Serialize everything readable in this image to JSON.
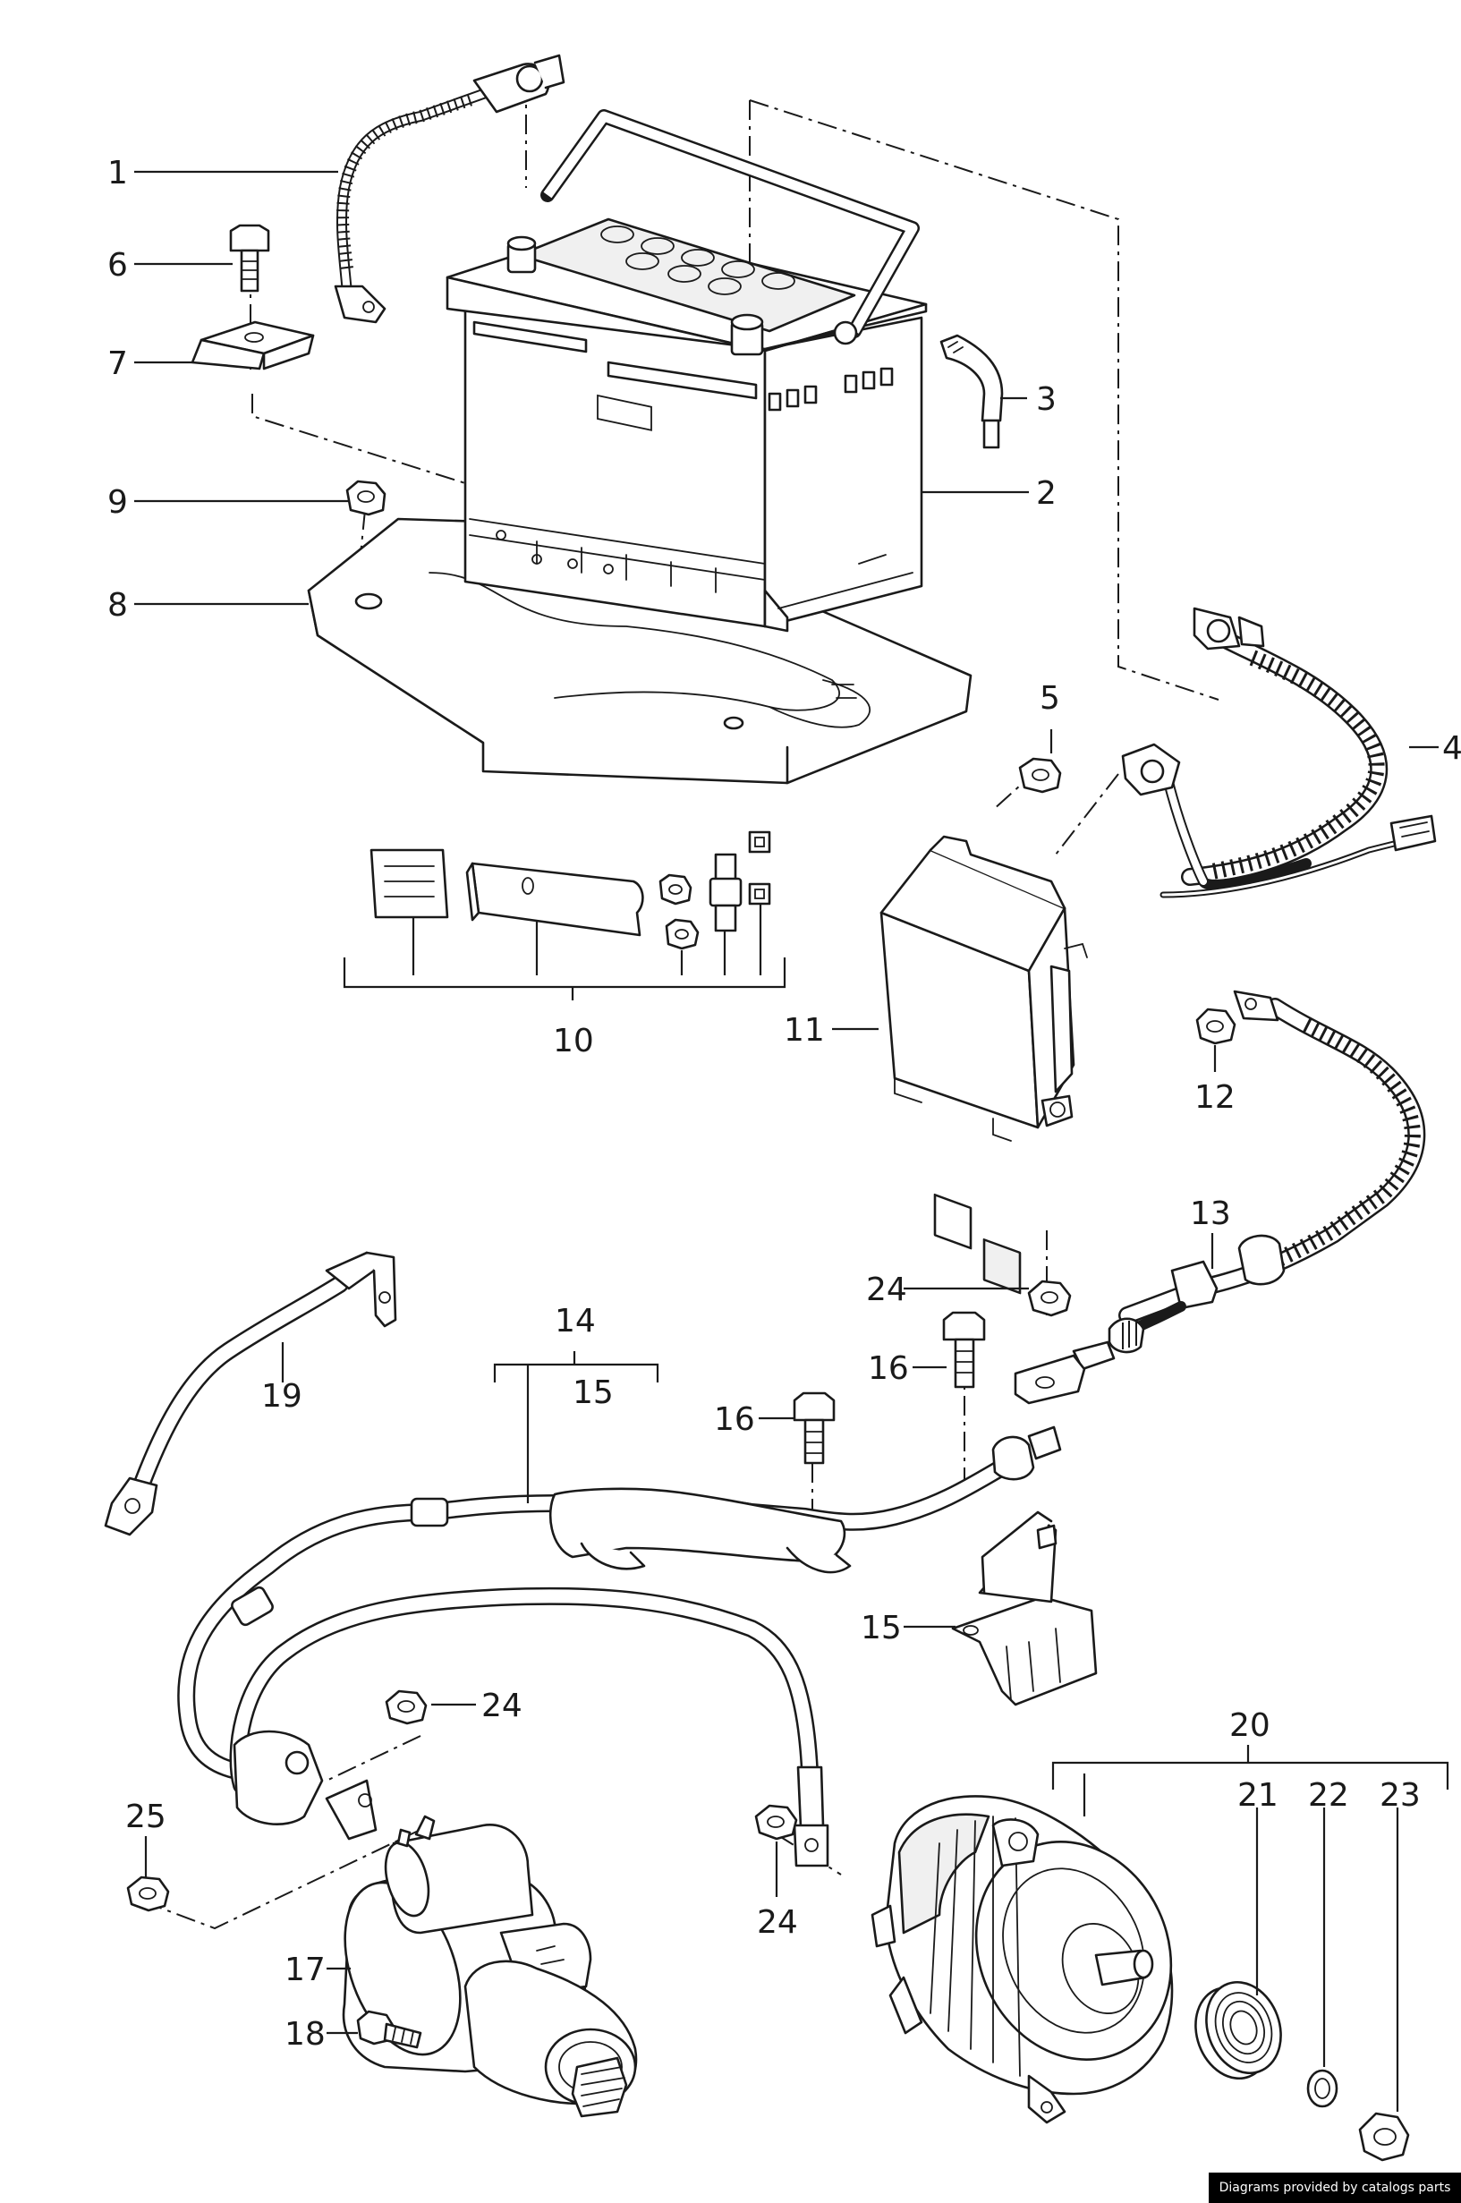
{
  "callouts": {
    "c1": "1",
    "c2": "2",
    "c3": "3",
    "c4": "4",
    "c5": "5",
    "c6": "6",
    "c7": "7",
    "c8": "8",
    "c9": "9",
    "c10": "10",
    "c11": "11",
    "c12": "12",
    "c13": "13",
    "c14": "14",
    "c15a": "15",
    "c15b": "15",
    "c16a": "16",
    "c16b": "16",
    "c17": "17",
    "c18": "18",
    "c19": "19",
    "c20": "20",
    "c21": "21",
    "c22": "22",
    "c23": "23",
    "c24a": "24",
    "c24b": "24",
    "c24c": "24",
    "c25": "25"
  },
  "footer": {
    "credit": "Diagrams provided by catalogs parts"
  }
}
